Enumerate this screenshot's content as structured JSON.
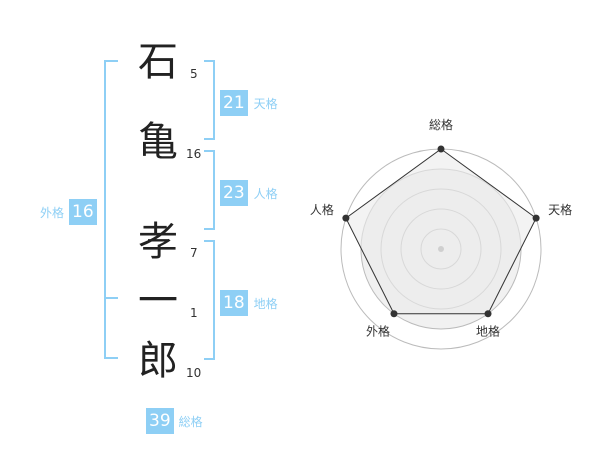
{
  "name": {
    "chars": [
      "石",
      "亀",
      "孝",
      "一",
      "郎"
    ],
    "strokes": [
      "5",
      "16",
      "7",
      "1",
      "10"
    ]
  },
  "scores": {
    "tenkaku": {
      "value": "21",
      "label": "天格"
    },
    "jinkaku": {
      "value": "23",
      "label": "人格"
    },
    "chikaku": {
      "value": "18",
      "label": "地格"
    },
    "gaikaku": {
      "value": "16",
      "label": "外格"
    },
    "soukaku": {
      "value": "39",
      "label": "総格"
    }
  },
  "colors": {
    "accent": "#8ecff5",
    "polygon_stroke": "#333333",
    "ring": "#bbbbbb"
  },
  "chart_data": {
    "type": "radar",
    "axes": [
      "総格",
      "天格",
      "地格",
      "外格",
      "人格"
    ],
    "values": [
      5,
      5,
      4,
      4,
      5
    ],
    "max": 5,
    "rings": 5
  }
}
